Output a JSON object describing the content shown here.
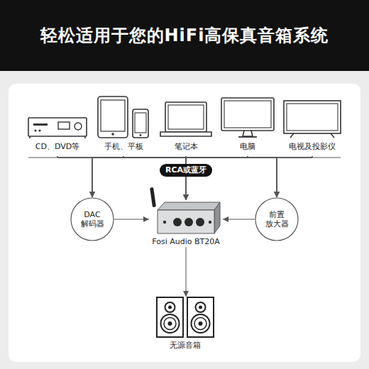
{
  "diagram": {
    "title": "轻松适用于您的HiFi高保真音箱系统",
    "nodes": [
      {
        "text": [
          "CD、DVD等"
        ]
      },
      {
        "text": [
          "手机、平板"
        ]
      },
      {
        "text": [
          "笔记本"
        ]
      },
      {
        "text": [
          "电脑"
        ]
      },
      {
        "text": [
          "电视及投影仪"
        ]
      },
      {
        "text": [
          "DAC 解码器"
        ]
      },
      {
        "text": [
          "Fosi Audio BT20A"
        ]
      },
      {
        "text": [
          "前置 放大器"
        ]
      },
      {
        "text": [
          "无源音箱"
        ]
      }
    ],
    "edges": [
      {
        "from": 0,
        "to": 5,
        "arrow": "to"
      },
      {
        "from": 0,
        "to": 6,
        "arrow": "to"
      },
      {
        "from": 0,
        "to": 7,
        "arrow": "to"
      },
      {
        "from": 1,
        "to": 5,
        "arrow": "to"
      },
      {
        "from": 1,
        "to": 6,
        "arrow": "to"
      },
      {
        "from": 1,
        "to": 7,
        "arrow": "to"
      },
      {
        "from": 2,
        "to": 5,
        "arrow": "to"
      },
      {
        "from": 2,
        "to": 6,
        "arrow": "to"
      },
      {
        "from": 2,
        "to": 7,
        "arrow": "to"
      },
      {
        "from": 3,
        "to": 5,
        "arrow": "to"
      },
      {
        "from": 3,
        "to": 6,
        "arrow": "to"
      },
      {
        "from": 3,
        "to": 7,
        "arrow": "to"
      },
      {
        "from": 4,
        "to": 5,
        "arrow": "to"
      },
      {
        "from": 4,
        "to": 6,
        "arrow": "to"
      },
      {
        "from": 4,
        "to": 7,
        "arrow": "to"
      },
      {
        "from": 5,
        "to": 6,
        "arrow": "to"
      },
      {
        "from": 7,
        "to": 6,
        "arrow": "to"
      },
      {
        "from": 6,
        "to": 8,
        "arrow": "to"
      }
    ],
    "labels": [
      "RCA或蓝牙"
    ]
  }
}
